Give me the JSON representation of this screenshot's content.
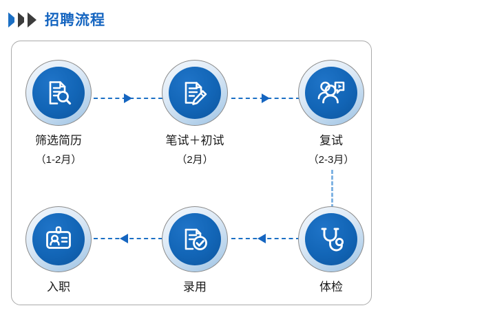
{
  "header": {
    "title": "招聘流程",
    "chevrons": [
      {
        "name": "chevron-1",
        "color": "#1b6fc4"
      },
      {
        "name": "chevron-2",
        "color": "#3c3c3c"
      },
      {
        "name": "chevron-3",
        "color": "#3c3c3c"
      }
    ],
    "title_color": "#1565c0"
  },
  "diagram": {
    "type": "process-flow",
    "panel_border_color": "#a9a9a9",
    "node_fill_color": "#1265b6",
    "connector_color": "#1a6fc4",
    "vertical_connector_color": "#7fb3e3",
    "nodes": [
      {
        "id": "screen-resume",
        "icon": "document-search-icon",
        "label": "筛选简历",
        "sub": "（1-2月）",
        "row": 1,
        "order": 1
      },
      {
        "id": "written-first-interview",
        "icon": "document-pencil-icon",
        "label": "笔试＋初试",
        "sub": "（2月）",
        "row": 1,
        "order": 2
      },
      {
        "id": "second-interview",
        "icon": "people-speech-icon",
        "label": "复试",
        "sub": "（2-3月）",
        "row": 1,
        "order": 3
      },
      {
        "id": "medical-exam",
        "icon": "stethoscope-icon",
        "label": "体检",
        "sub": "",
        "row": 2,
        "order": 1
      },
      {
        "id": "offer",
        "icon": "document-check-icon",
        "label": "录用",
        "sub": "",
        "row": 2,
        "order": 2
      },
      {
        "id": "onboarding",
        "icon": "id-badge-icon",
        "label": "入职",
        "sub": "",
        "row": 2,
        "order": 3
      }
    ],
    "connectors": [
      {
        "id": "c1",
        "from": "screen-resume",
        "to": "written-first-interview",
        "direction": "right",
        "style": "dashed"
      },
      {
        "id": "c2",
        "from": "written-first-interview",
        "to": "second-interview",
        "direction": "right",
        "style": "dashed"
      },
      {
        "id": "c3",
        "from": "second-interview",
        "to": "medical-exam",
        "direction": "down",
        "style": "dashed"
      },
      {
        "id": "c4",
        "from": "medical-exam",
        "to": "offer",
        "direction": "left",
        "style": "dashed"
      },
      {
        "id": "c5",
        "from": "offer",
        "to": "onboarding",
        "direction": "left",
        "style": "dashed"
      }
    ]
  }
}
